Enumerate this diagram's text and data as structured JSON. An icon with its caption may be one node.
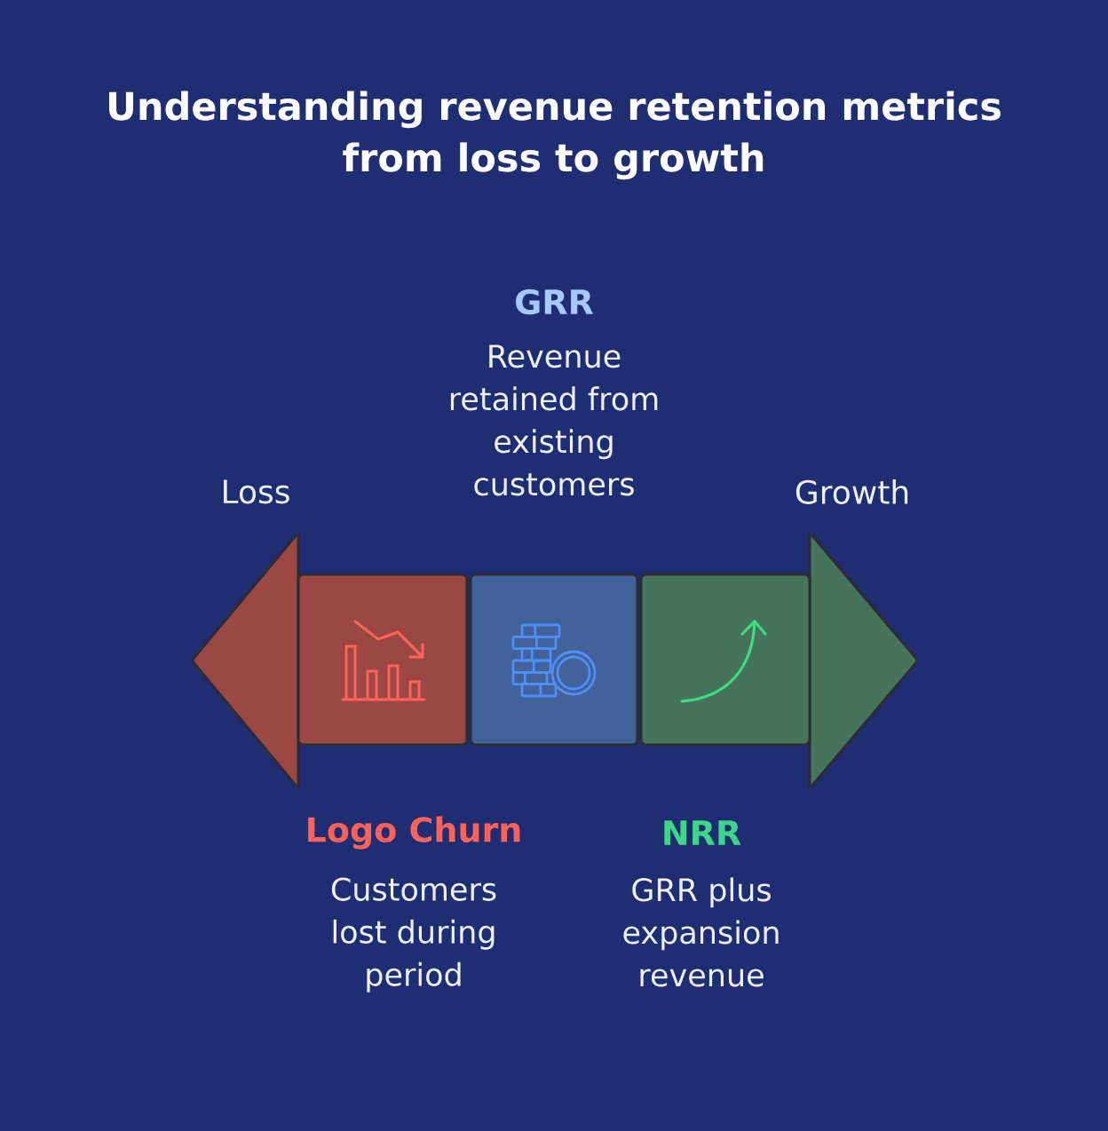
{
  "diagram": {
    "title": "Understanding revenue retention metrics from loss to growth",
    "nodes": [
      {
        "text": [
          "Loss"
        ]
      },
      {
        "text": [
          "Logo Churn",
          "Customers lost during period"
        ]
      },
      {
        "text": [
          "GRR",
          "Revenue retained from existing customers"
        ]
      },
      {
        "text": [
          "NRR",
          "GRR plus expansion revenue"
        ]
      },
      {
        "text": [
          "Growth"
        ]
      }
    ]
  }
}
